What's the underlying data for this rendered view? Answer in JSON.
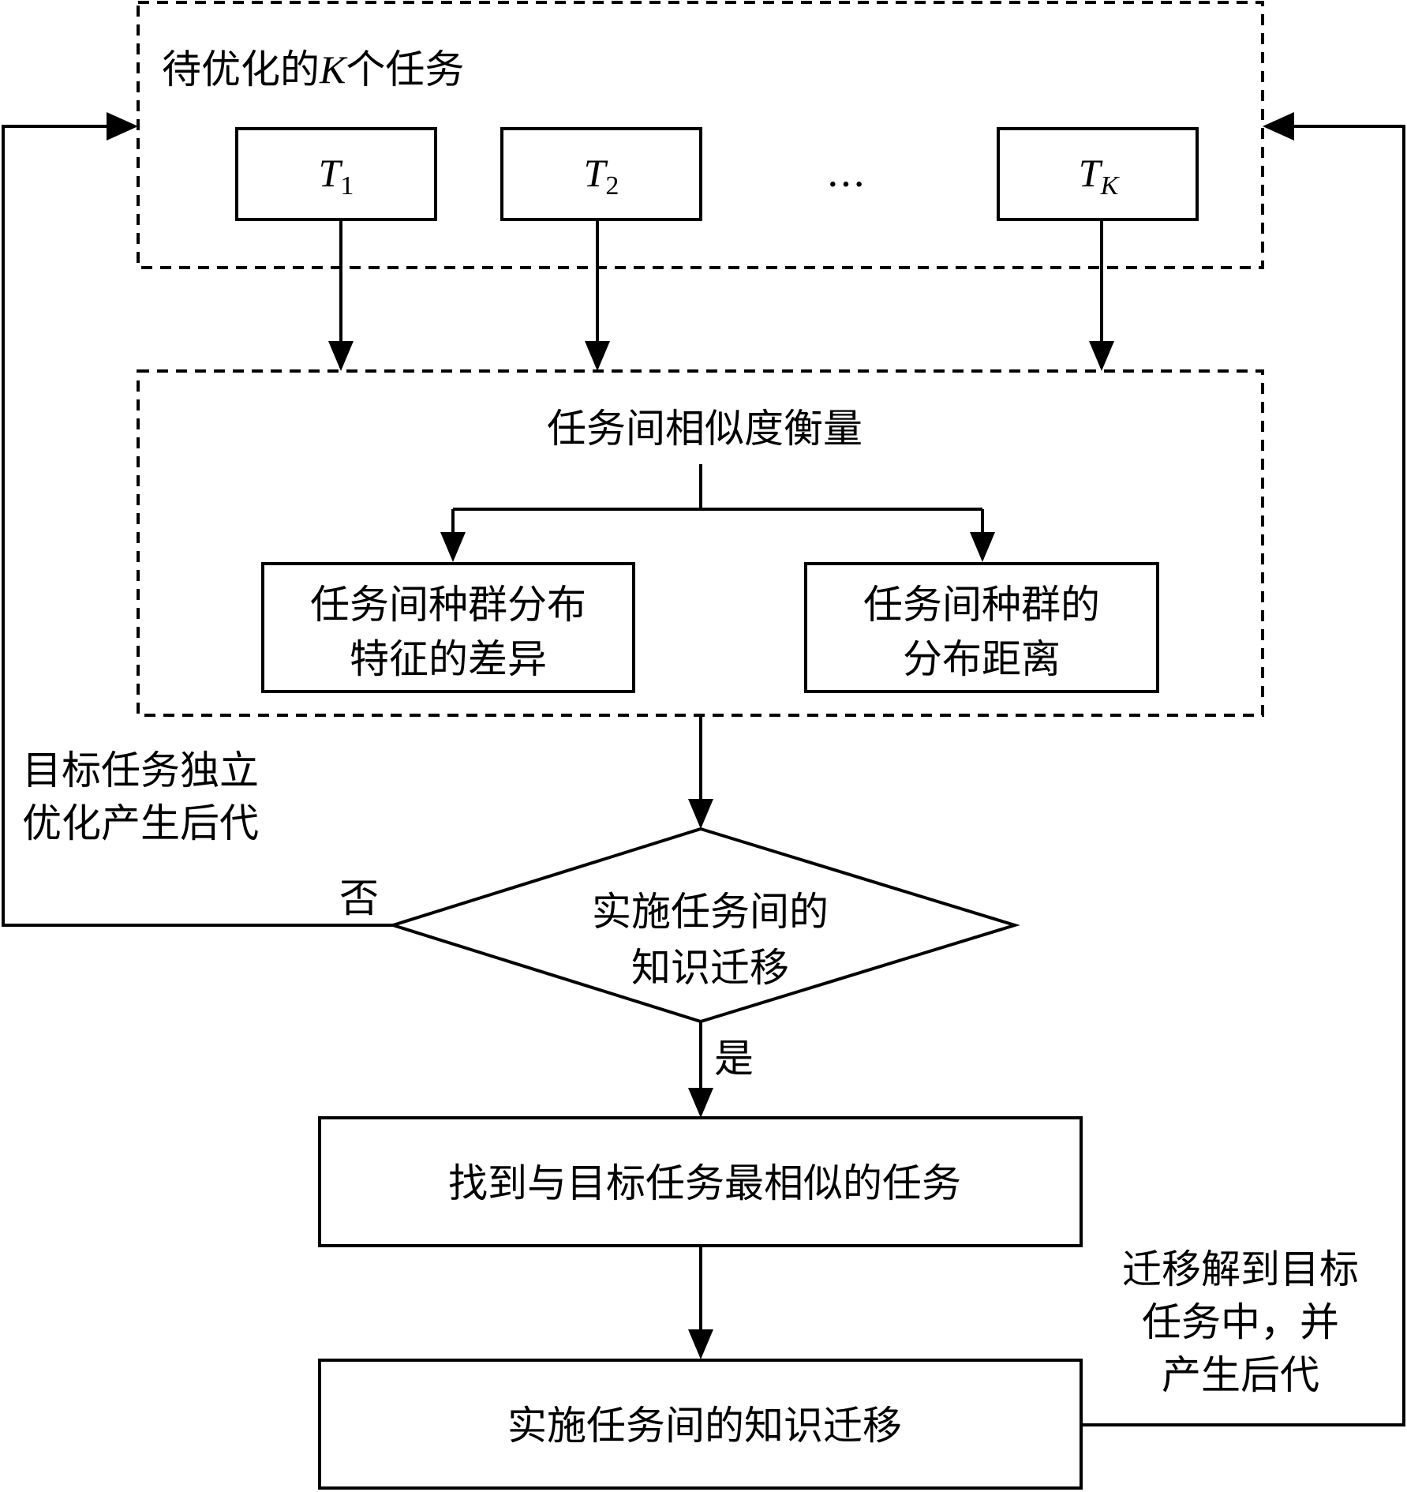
{
  "tasks_group": {
    "title_pre": "待优化的",
    "title_var": "K",
    "title_post": "个任务",
    "tasks": [
      {
        "base": "T",
        "sub": "1"
      },
      {
        "base": "T",
        "sub": "2"
      },
      {
        "base": "T",
        "sub": "K"
      }
    ],
    "ellipsis": "…"
  },
  "similarity_group": {
    "title": "任务间相似度衡量",
    "box_left": [
      "任务间种群分布",
      "特征的差异"
    ],
    "box_right": [
      "任务间种群的",
      "分布距离"
    ]
  },
  "decision": {
    "lines": [
      "实施任务间的",
      "知识迁移"
    ],
    "no_label": "否",
    "yes_label": "是"
  },
  "left_note": [
    "目标任务独立",
    "优化产生后代"
  ],
  "find_box": "找到与目标任务最相似的任务",
  "transfer_box": "实施任务间的知识迁移",
  "right_note": [
    "迁移解到目标",
    "任务中，并",
    "产生后代"
  ]
}
